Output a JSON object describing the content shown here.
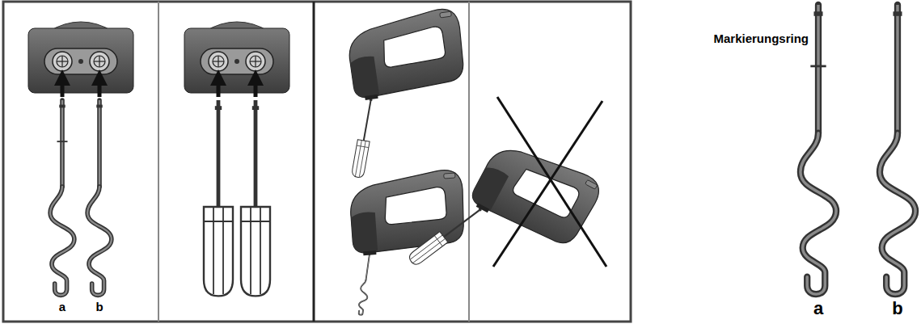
{
  "diagram": {
    "labels": [
      "a",
      "b",
      "Markierungsring",
      "a",
      "b"
    ]
  }
}
